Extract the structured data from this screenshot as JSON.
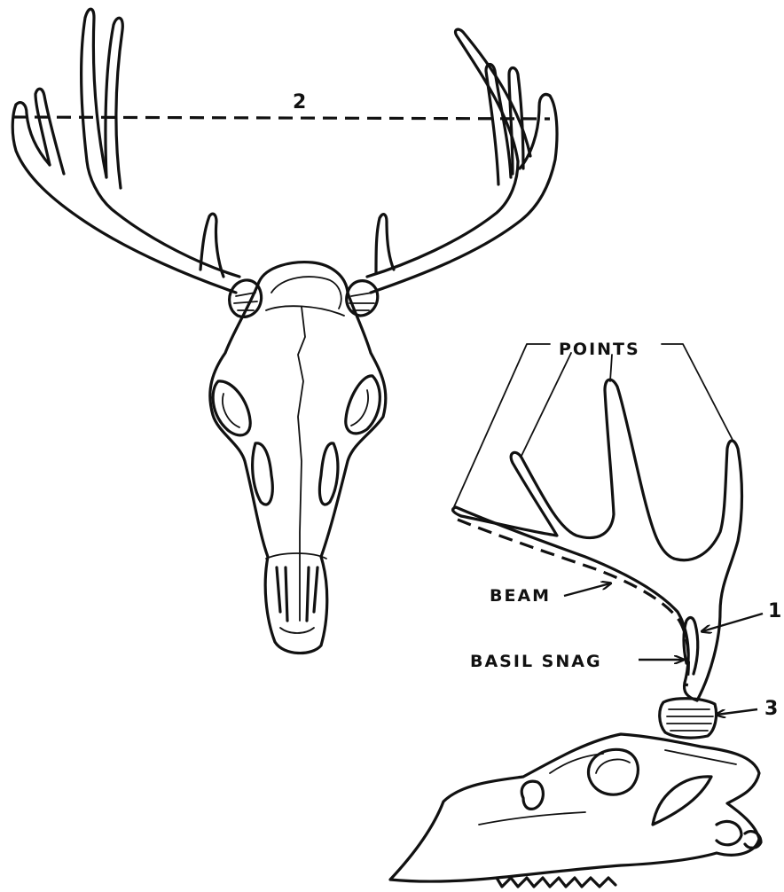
{
  "labels": {
    "points": "POINTS",
    "beam": "BEAM",
    "basil_snag": "BASIL SNAG",
    "num_1": "1",
    "num_2": "2",
    "num_3": "3"
  },
  "colors": {
    "ink": "#111111",
    "background": "#ffffff"
  }
}
